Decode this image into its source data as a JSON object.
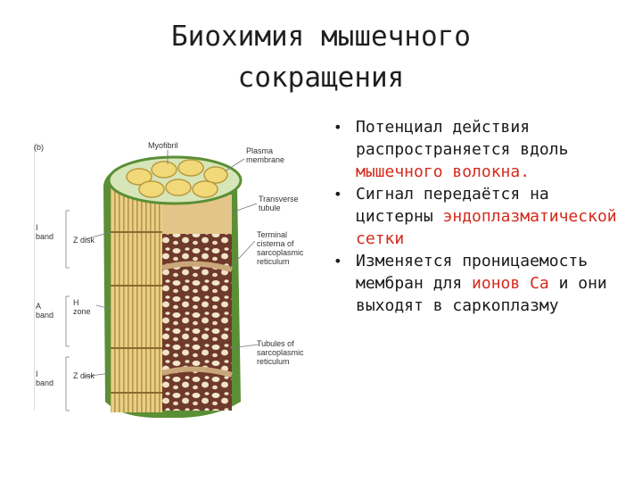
{
  "title": {
    "line1": "Биохимия мышечного",
    "line2": "сокращения"
  },
  "bullets": [
    {
      "parts": [
        {
          "text": "Потенциал действия распространяется вдоль ",
          "color": "default"
        },
        {
          "text": "мышечного волокна.",
          "color": "red"
        }
      ]
    },
    {
      "parts": [
        {
          "text": "Сигнал передаётся на цистерны ",
          "color": "default"
        },
        {
          "text": "эндоплазматической сетки",
          "color": "red"
        }
      ]
    },
    {
      "parts": [
        {
          "text": "Изменяется проницаемость мембран для ",
          "color": "default"
        },
        {
          "text": "ионов Са",
          "color": "red"
        },
        {
          "text": " и они выходят в саркоплазму",
          "color": "default"
        }
      ]
    }
  ],
  "bullet_symbol": "•",
  "figure": {
    "panel_label": "(b)",
    "labels": {
      "myofibril": "Myofibril",
      "plasma_membrane": [
        "Plasma",
        "membrane"
      ],
      "transverse_tubule": [
        "Transverse",
        "tubule"
      ],
      "terminal_cisterna": [
        "Terminal",
        "cisterna of",
        "sarcoplasmic",
        "reticulum"
      ],
      "tubules_sr": [
        "Tubules of",
        "sarcoplasmic",
        "reticulum"
      ],
      "i_band_top": [
        "I",
        "band"
      ],
      "z_disk_top": "Z disk",
      "a_band": [
        "A",
        "band"
      ],
      "h_zone": [
        "H",
        "zone"
      ],
      "i_band_bottom": [
        "I",
        "band"
      ],
      "z_disk_bottom": "Z disk"
    }
  },
  "colors": {
    "title": "#1f1f1f",
    "text": "#1a1a1a",
    "accent_red": "#d42a1c",
    "membrane_green": "#4f8a2f",
    "fibril_yellow": "#efd98a",
    "tubule_brown": "#7a4030"
  }
}
